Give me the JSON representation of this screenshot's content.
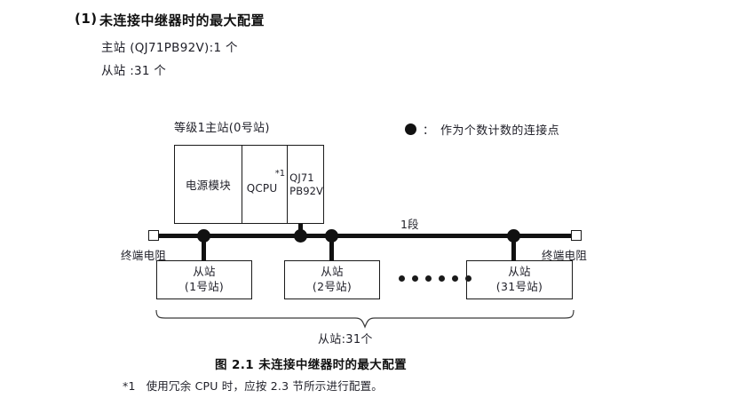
{
  "heading": {
    "number": "(1)",
    "title": "未连接中继器时的最大配置"
  },
  "spec": {
    "master": "主站 (QJ71PB92V):1 个",
    "slave": "从站 :31 个"
  },
  "legend": {
    "icon": "filled-circle",
    "colon": "：",
    "text": "作为个数计数的连接点"
  },
  "diagram": {
    "master_label": "等级1主站(0号站)",
    "master_modules": {
      "power": "电源模块",
      "cpu": "QCPU",
      "cpu_note": "*1",
      "network_line1": "QJ71",
      "network_line2": "PB92V"
    },
    "segment_label": "1段",
    "terminator_left": "终端电阻",
    "terminator_right": "终端电阻",
    "slaves": [
      {
        "name": "从站",
        "station": "(1号站)"
      },
      {
        "name": "从站",
        "station": "(2号站)"
      },
      {
        "name": "从站",
        "station": "(31号站)"
      }
    ],
    "ellipsis_count": 6,
    "brace_label": "从站:31个"
  },
  "figure": {
    "caption": "图 2.1  未连接中继器时的最大配置",
    "footnote_mark": "*1",
    "footnote_text": "使用冗余 CPU 时，应按 2.3 节所示进行配置。"
  },
  "colors": {
    "ink": "#111111",
    "text": "#1f1f28",
    "background": "#ffffff"
  }
}
